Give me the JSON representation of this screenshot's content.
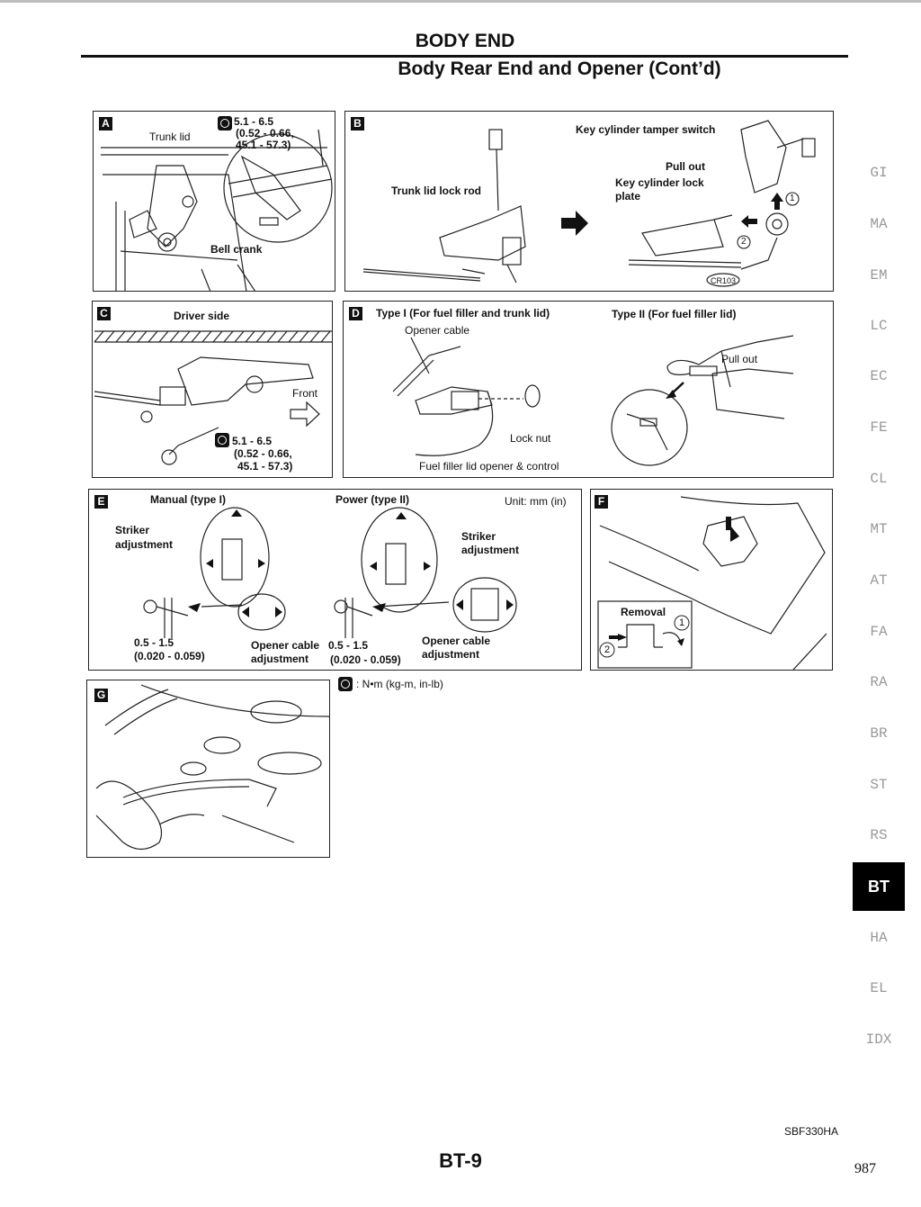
{
  "header": {
    "title": "BODY END",
    "subtitle": "Body Rear End and Opener (Cont’d)"
  },
  "panels": {
    "a": {
      "label": "A",
      "trunk_lid": "Trunk lid",
      "torque1": "5.1 - 6.5",
      "torque2": "(0.52 - 0.66,",
      "torque3": "45.1 - 57.3)",
      "bell_crank": "Bell crank"
    },
    "b": {
      "label": "B",
      "key_switch": "Key cylinder tamper switch",
      "pull_out": "Pull out",
      "lock_plate1": "Key cylinder lock",
      "lock_plate2": "plate",
      "trunk_rod": "Trunk lid lock rod",
      "n1": "1",
      "n2": "2",
      "cr": "CR103"
    },
    "c": {
      "label": "C",
      "driver_side": "Driver side",
      "front": "Front",
      "torque1": "5.1 - 6.5",
      "torque2": "(0.52 - 0.66,",
      "torque3": "45.1 - 57.3)"
    },
    "d": {
      "label": "D",
      "type1": "Type I (For fuel filler and trunk lid)",
      "type2": "Type II (For fuel filler lid)",
      "opener_cable": "Opener cable",
      "pull_out": "Pull out",
      "lock_nut": "Lock nut",
      "fuel_opener": "Fuel filler lid opener & control"
    },
    "e": {
      "label": "E",
      "manual": "Manual (type I)",
      "power": "Power (type II)",
      "unit": "Unit: mm (in)",
      "striker1": "Striker",
      "striker2": "adjustment",
      "striker3": "Striker",
      "striker4": "adjustment",
      "dim1": "0.5 - 1.5",
      "dim1b": "(0.020 - 0.059)",
      "dim2": "0.5 - 1.5",
      "dim2b": "(0.020 - 0.059)",
      "opener_adj1": "Opener cable",
      "opener_adj1b": "adjustment",
      "opener_adj2": "Opener cable",
      "opener_adj2b": "adjustment"
    },
    "f": {
      "label": "F",
      "removal": "Removal",
      "n1": "1",
      "n2": "2"
    },
    "g": {
      "label": "G"
    }
  },
  "legend": {
    "torque_unit": ": N•m (kg-m, in-lb)"
  },
  "side_tabs": [
    "GI",
    "MA",
    "EM",
    "LC",
    "EC",
    "FE",
    "CL",
    "MT",
    "AT",
    "FA",
    "RA",
    "BR",
    "ST",
    "RS",
    "BT",
    "HA",
    "EL",
    "IDX"
  ],
  "active_tab": "BT",
  "figure_code": "SBF330HA",
  "page_code": "BT-9",
  "page_number": "987"
}
